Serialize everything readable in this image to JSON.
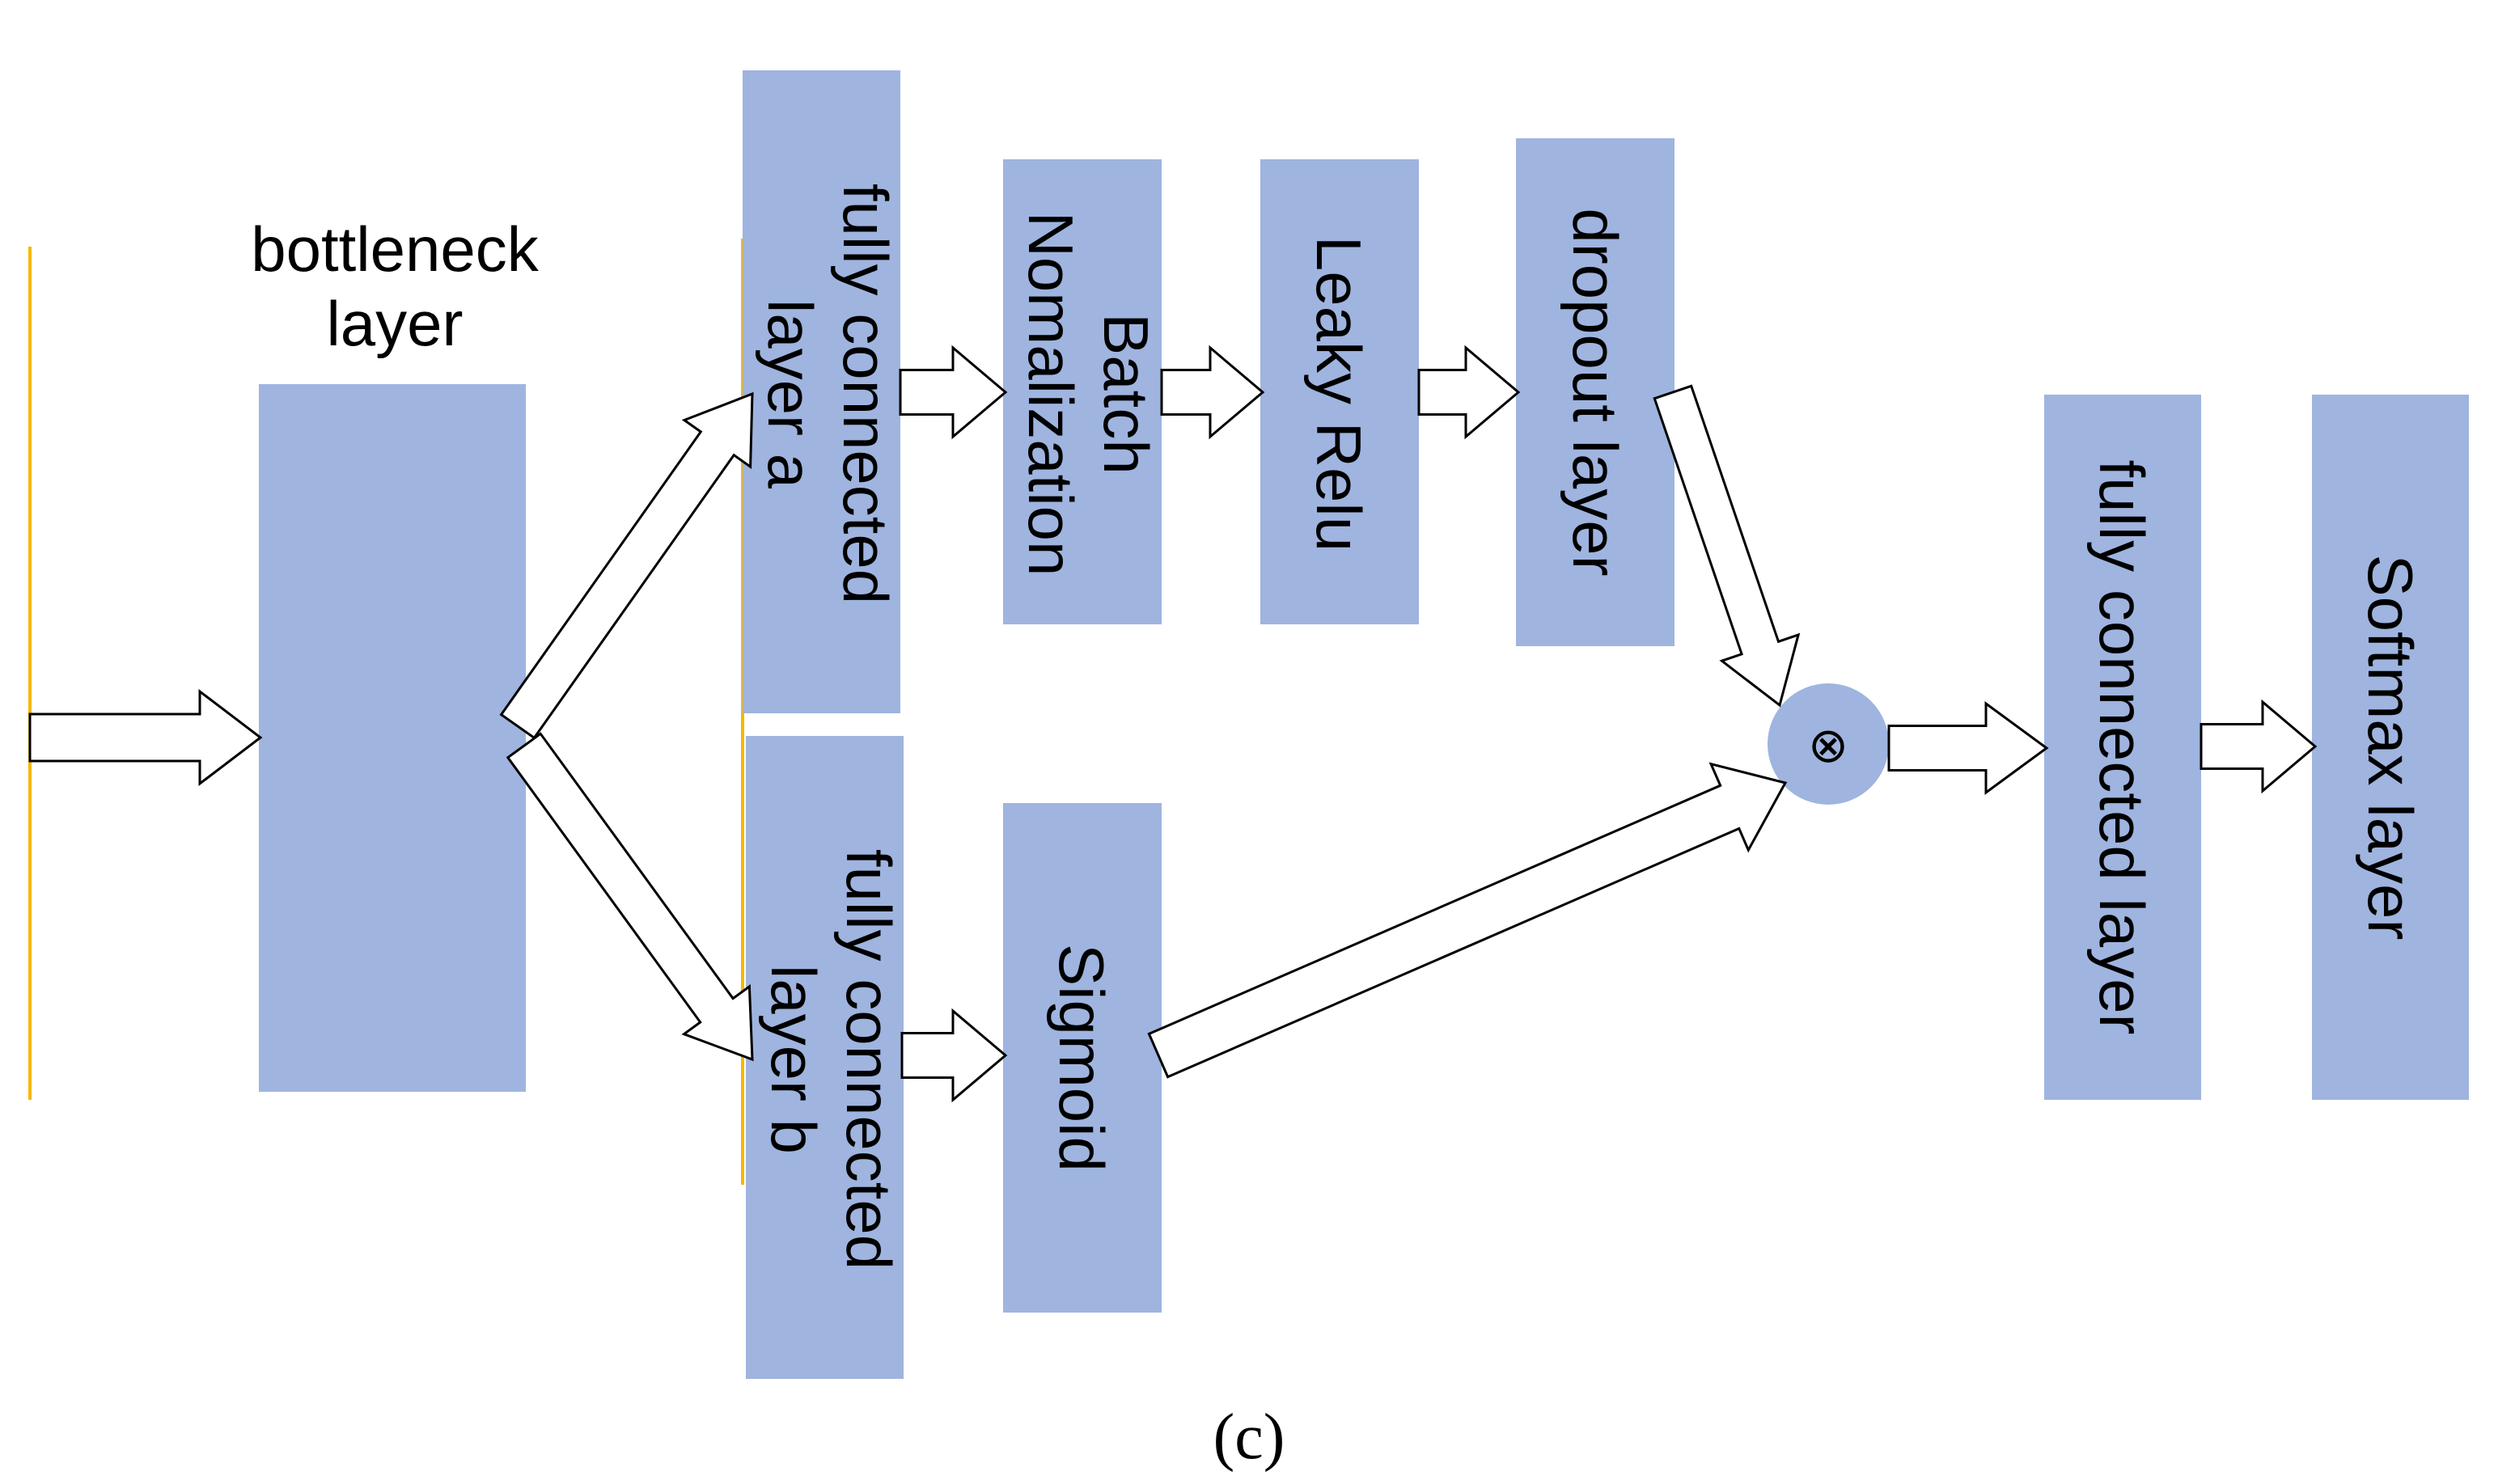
{
  "labels": {
    "bottleneck_1": "bottleneck",
    "bottleneck_2": "layer",
    "fc_a_1": "fully connected",
    "fc_a_2": "layer a",
    "bn_1": "Batch",
    "bn_2": "Nomalization",
    "leaky": "Leaky Relu",
    "dropout": "dropout layer",
    "fc_b_1": "fully connected",
    "fc_b_2": "layer b",
    "sigmoid": "Sigmoid",
    "multiply": "⊗",
    "fc": "fully connected layer",
    "softmax": "Softmax layer"
  },
  "caption": "(c)",
  "colors": {
    "box_fill": "#9fb4df",
    "accent_line": "#f5b800",
    "arrow_fill": "#ffffff",
    "arrow_stroke": "#000000"
  }
}
